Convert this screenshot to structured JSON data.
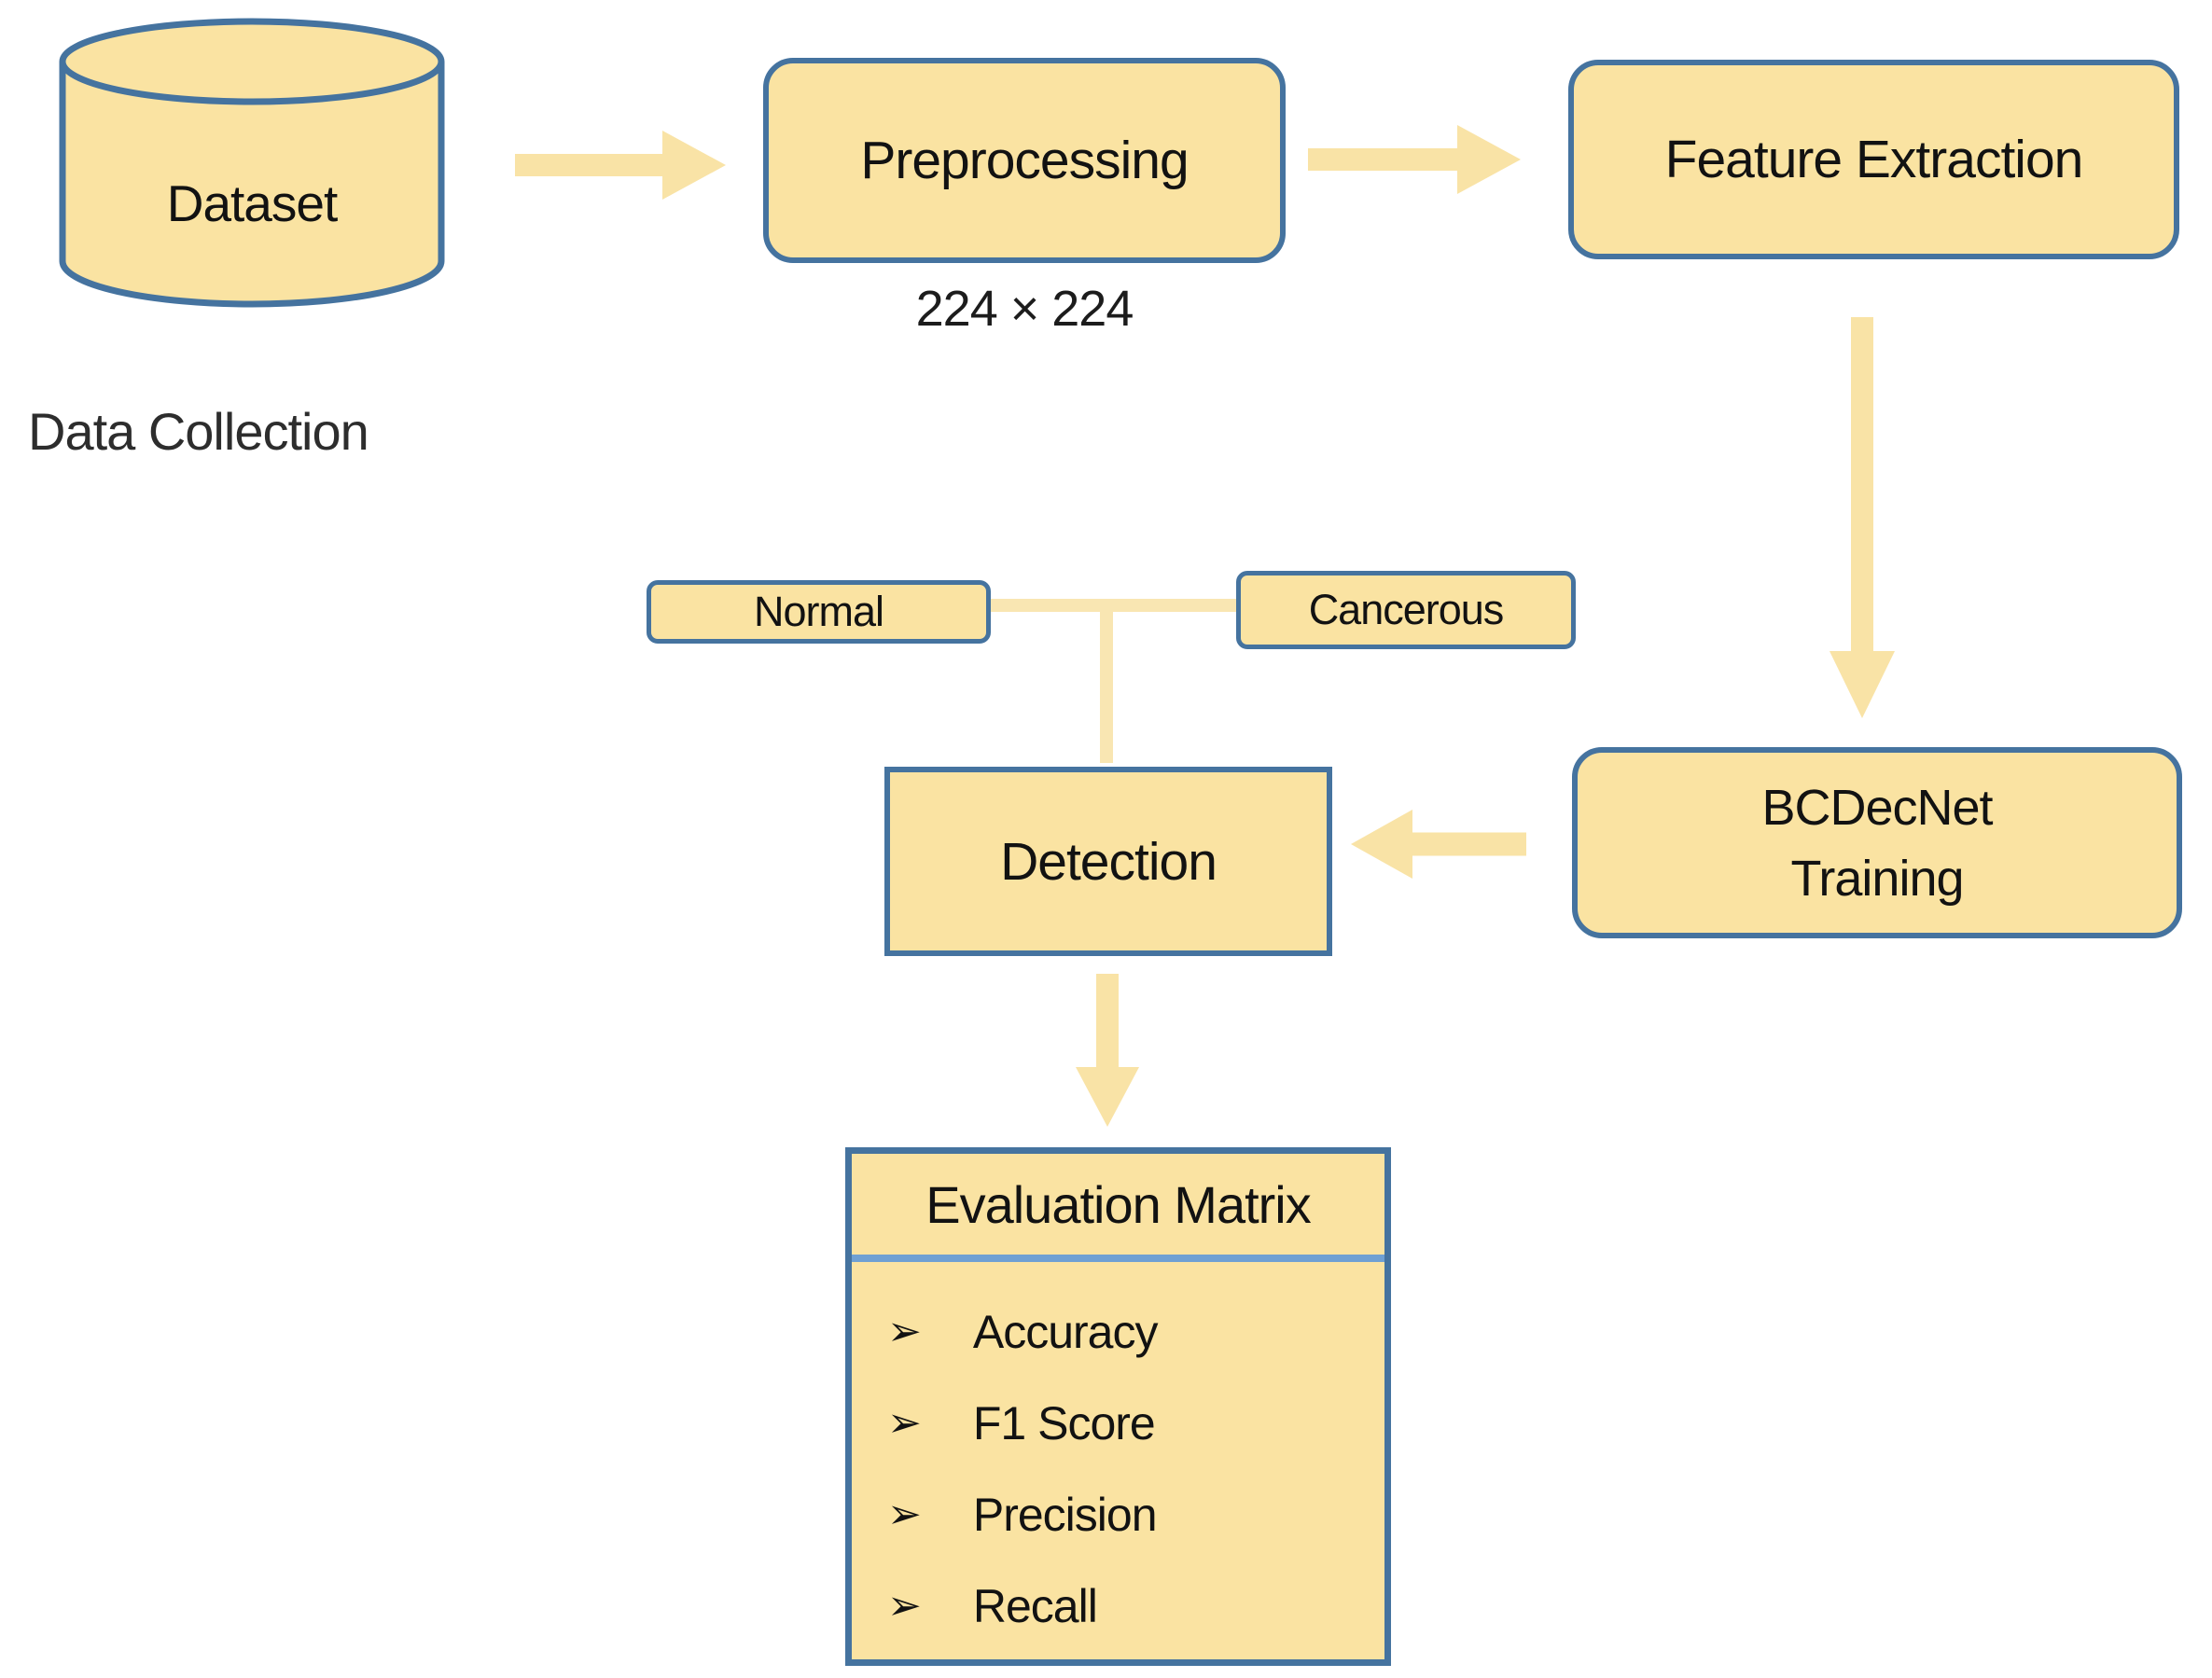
{
  "nodes": {
    "dataset": {
      "label": "Dataset",
      "caption": "Data Collection"
    },
    "preprocessing": {
      "label": "Preprocessing",
      "size_note": "224 × 224"
    },
    "feature_extraction": {
      "label": "Feature Extraction"
    },
    "bcdecnet_training": {
      "line1": "BCDecNet",
      "line2": "Training"
    },
    "detection": {
      "label": "Detection"
    },
    "classes": {
      "normal": "Normal",
      "cancerous": "Cancerous"
    },
    "evaluation": {
      "title": "Evaluation Matrix",
      "bullet": "➢",
      "items": [
        "Accuracy",
        "F1 Score",
        "Precision",
        "Recall"
      ]
    }
  },
  "colors": {
    "node_fill": "#FAE3A2",
    "node_border": "#45739F",
    "arrow": "#F9E3A6",
    "connector": "#F9E6B2",
    "divider": "#6FA0D3",
    "text": "#121212"
  }
}
